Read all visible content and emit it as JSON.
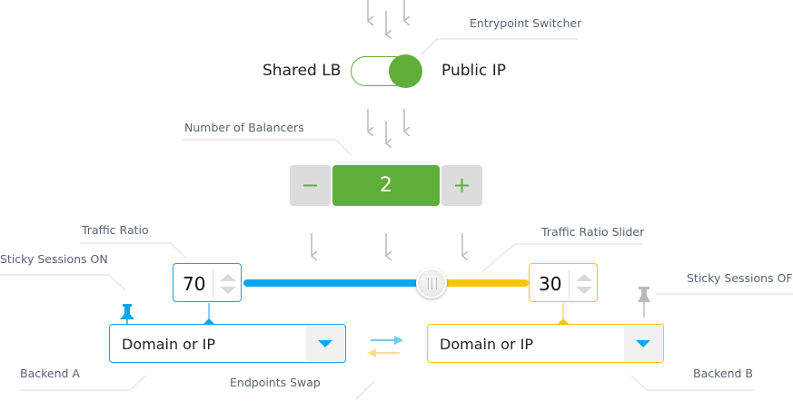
{
  "annotations": {
    "entrypoint_switcher": "Entrypoint Switcher",
    "number_of_balancers": "Number of Balancers",
    "traffic_ratio": "Traffic Ratio",
    "traffic_ratio_slider": "Traffic Ratio Slider",
    "sticky_on": "Sticky Sessions ON",
    "sticky_off": "Sticky Sessions OFF",
    "backend_a": "Backend A",
    "backend_b": "Backend B",
    "endpoints_swap": "Endpoints Swap"
  },
  "toggle": {
    "left_label": "Shared LB",
    "right_label": "Public IP",
    "state": "Public IP"
  },
  "stepper": {
    "minus": "−",
    "value": "2",
    "plus": "+"
  },
  "ratio": {
    "left": "70",
    "right": "30",
    "slider_percent": 70
  },
  "backend_a": {
    "placeholder": "Domain or IP",
    "sticky": true
  },
  "backend_b": {
    "placeholder": "Domain or IP",
    "sticky": false
  },
  "colors": {
    "green": "#5fae3a",
    "blue": "#0aa6f5",
    "yellow": "#fcc50a",
    "gray": "#bdbdbd"
  }
}
